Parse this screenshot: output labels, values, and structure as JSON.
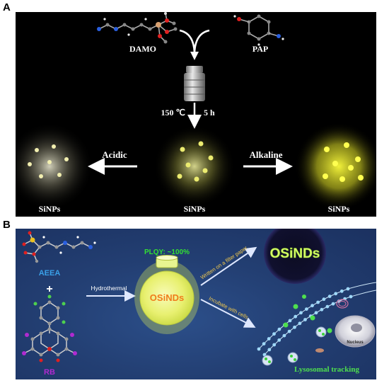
{
  "panel_a": {
    "letter": "A",
    "reactant_1": "DAMO",
    "reactant_2": "PAP",
    "conditions_temp": "150 ℃",
    "conditions_time": "5 h",
    "acidic_label": "Acidic",
    "alkaline_label": "Alkaline",
    "sinps_left": "SiNPs",
    "sinps_center": "SiNPs",
    "sinps_right": "SiNPs"
  },
  "panel_b": {
    "letter": "B",
    "reactant_1": "AEEA",
    "plus": "+",
    "reactant_2": "RB",
    "hydrothermal_label": "Hydrothermal",
    "plqy_label": "PLQY: ~100%",
    "product_label": "OSiNDs",
    "written_label": "Written on a filter paper",
    "incubate_label": "Incubate with cells",
    "filter_paper_text": "OSiNDs",
    "nucleus_label": "Nucleus",
    "lysosomal_label": "Lysosomal tracking"
  },
  "colors": {
    "panel_a_bg": "#000000",
    "panel_b_bg": "#233f73",
    "glow_yellow": "#f2f23a",
    "aeea_blue": "#3aa0e8",
    "rb_purple": "#b02ad0",
    "plqy_green": "#33e033",
    "product_orange": "#f07b1a",
    "lysosomal_green": "#4ee04e"
  }
}
